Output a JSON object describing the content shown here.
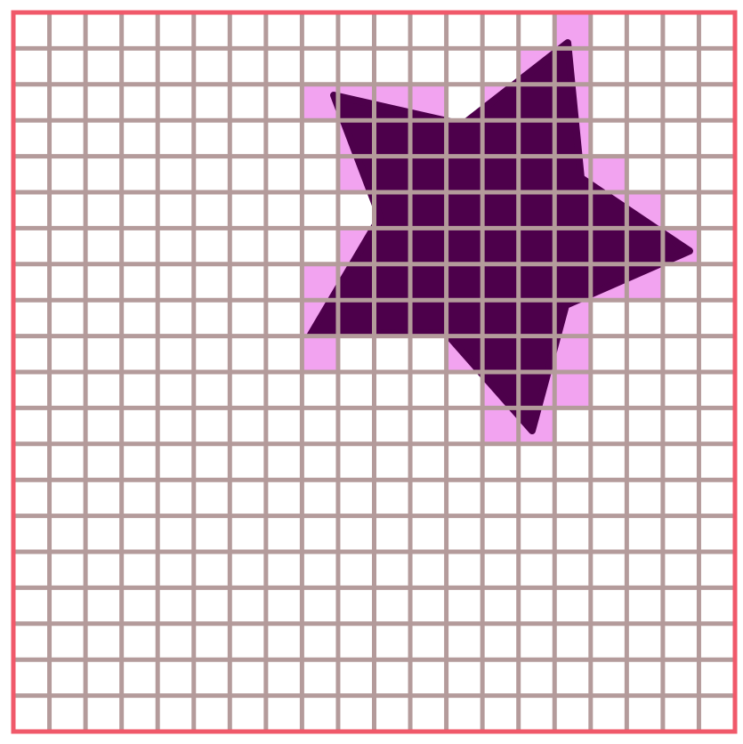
{
  "grid": {
    "cols": 20,
    "rows": 20,
    "highlighted_cells": [
      [
        15,
        0
      ],
      [
        14,
        1
      ],
      [
        15,
        1
      ],
      [
        8,
        2
      ],
      [
        9,
        2
      ],
      [
        10,
        2
      ],
      [
        11,
        2
      ],
      [
        13,
        2
      ],
      [
        14,
        2
      ],
      [
        15,
        2
      ],
      [
        9,
        3
      ],
      [
        10,
        3
      ],
      [
        11,
        3
      ],
      [
        12,
        3
      ],
      [
        13,
        3
      ],
      [
        14,
        3
      ],
      [
        15,
        3
      ],
      [
        9,
        4
      ],
      [
        10,
        4
      ],
      [
        11,
        4
      ],
      [
        12,
        4
      ],
      [
        13,
        4
      ],
      [
        14,
        4
      ],
      [
        15,
        4
      ],
      [
        16,
        4
      ],
      [
        10,
        5
      ],
      [
        11,
        5
      ],
      [
        12,
        5
      ],
      [
        13,
        5
      ],
      [
        14,
        5
      ],
      [
        15,
        5
      ],
      [
        16,
        5
      ],
      [
        17,
        5
      ],
      [
        9,
        6
      ],
      [
        10,
        6
      ],
      [
        11,
        6
      ],
      [
        12,
        6
      ],
      [
        13,
        6
      ],
      [
        14,
        6
      ],
      [
        15,
        6
      ],
      [
        16,
        6
      ],
      [
        17,
        6
      ],
      [
        18,
        6
      ],
      [
        8,
        7
      ],
      [
        9,
        7
      ],
      [
        10,
        7
      ],
      [
        11,
        7
      ],
      [
        12,
        7
      ],
      [
        13,
        7
      ],
      [
        14,
        7
      ],
      [
        15,
        7
      ],
      [
        16,
        7
      ],
      [
        17,
        7
      ],
      [
        8,
        8
      ],
      [
        9,
        8
      ],
      [
        10,
        8
      ],
      [
        11,
        8
      ],
      [
        12,
        8
      ],
      [
        13,
        8
      ],
      [
        14,
        8
      ],
      [
        15,
        8
      ],
      [
        8,
        9
      ],
      [
        12,
        9
      ],
      [
        13,
        9
      ],
      [
        14,
        9
      ],
      [
        15,
        9
      ],
      [
        13,
        10
      ],
      [
        14,
        10
      ],
      [
        15,
        10
      ],
      [
        13,
        11
      ],
      [
        14,
        11
      ]
    ]
  },
  "shape": {
    "type": "star",
    "points": 5
  },
  "colors": {
    "border": "#f0596a",
    "grid_line": "#b49b9b",
    "highlight": "#f2a3f0",
    "shape_fill": "#4d004b",
    "background": "#ffffff"
  }
}
